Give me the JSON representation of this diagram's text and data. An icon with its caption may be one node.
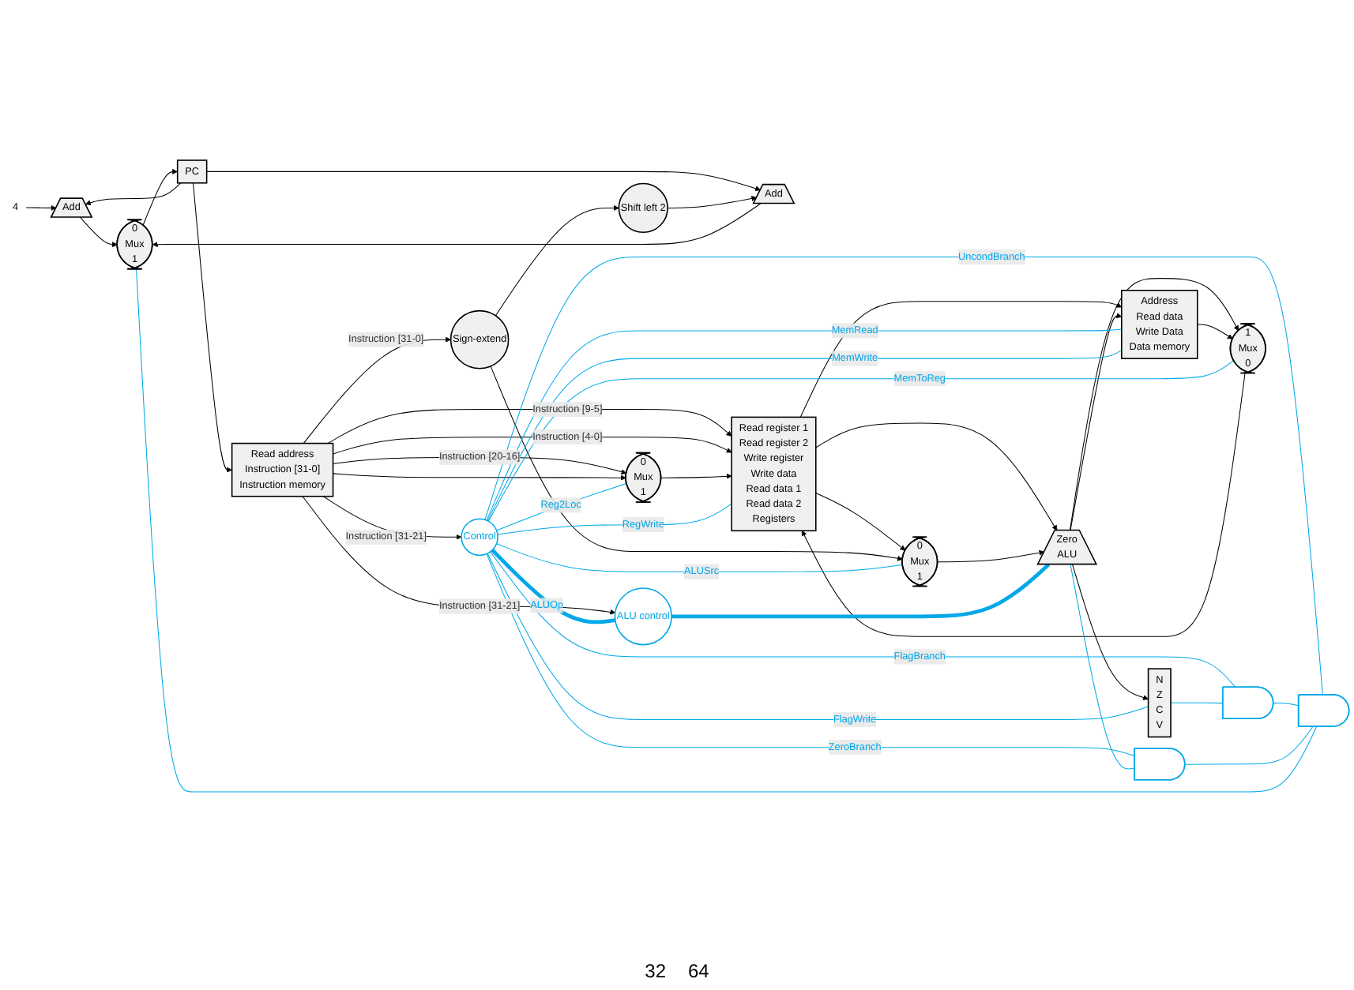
{
  "diagram": {
    "nodes": [
      {
        "text": [
          "Add"
        ]
      },
      {
        "text": [
          "4"
        ]
      },
      {
        "text": [
          "0",
          "Mux",
          "1"
        ]
      },
      {
        "text": [
          "Shift left 2"
        ]
      },
      {
        "text": [
          "Add"
        ]
      },
      {
        "text": [
          "Control"
        ]
      },
      {
        "text": [],
        "shape": "gate"
      },
      {
        "text": [
          "PC"
        ]
      },
      {
        "text": [
          "Read address",
          "Instruction [31-0]",
          "Instruction memory"
        ]
      },
      {
        "text": [
          "0",
          "Mux",
          "1"
        ]
      },
      {
        "text": [
          "Read register 1",
          "Read register 2",
          "Write register",
          "Write data",
          "Read data 1",
          "Read data 2",
          "Registers"
        ]
      },
      {
        "text": [
          "N",
          "Z",
          "C",
          "V"
        ]
      },
      {
        "text": [],
        "shape": "gate"
      },
      {
        "text": [],
        "shape": "gate"
      },
      {
        "text": [
          "Zero",
          "ALU"
        ]
      },
      {
        "text": [
          "0",
          "Mux",
          "1"
        ]
      },
      {
        "text": [
          "Sign-extend"
        ]
      },
      {
        "text": [
          "ALU control"
        ]
      },
      {
        "text": [
          "Address",
          "Read data",
          "Write Data",
          "Data memory"
        ]
      },
      {
        "text": [
          "1",
          "Mux",
          "0"
        ]
      }
    ],
    "edges": [
      {
        "from": 7,
        "to": 0,
        "arrow": "to"
      },
      {
        "from": 1,
        "to": 0,
        "arrow": "to"
      },
      {
        "from": 0,
        "to": 2,
        "arrow": "to"
      },
      {
        "from": 7,
        "to": 4,
        "arrow": "to"
      },
      {
        "from": 3,
        "to": 4,
        "arrow": "to"
      },
      {
        "from": 4,
        "to": 2,
        "arrow": "to"
      },
      {
        "from": 2,
        "to": 7,
        "arrow": "to"
      },
      {
        "from": 7,
        "to": 8,
        "arrow": "to"
      },
      {
        "from": 8,
        "to": 5,
        "arrow": "to",
        "label": "Instruction [31-21]"
      },
      {
        "from": 8,
        "to": 10,
        "arrow": "to",
        "label": "Instruction [9-5]"
      },
      {
        "from": 8,
        "to": 9,
        "arrow": "to",
        "label": "Instruction [20-16]"
      },
      {
        "from": 8,
        "to": 10,
        "arrow": "to",
        "label": "Instruction [4-0]"
      },
      {
        "from": 8,
        "to": 9,
        "arrow": "to"
      },
      {
        "from": 8,
        "to": 16,
        "arrow": "to",
        "label": "Instruction [31-0]"
      },
      {
        "from": 8,
        "to": 17,
        "arrow": "to",
        "label": "Instruction [31-21]"
      },
      {
        "from": 16,
        "to": 3,
        "arrow": "to"
      },
      {
        "from": 9,
        "to": 10,
        "arrow": "to"
      },
      {
        "from": 10,
        "to": 14,
        "arrow": "to"
      },
      {
        "from": 10,
        "to": 15,
        "arrow": "to"
      },
      {
        "from": 10,
        "to": 18,
        "arrow": "to"
      },
      {
        "from": 16,
        "to": 15,
        "arrow": "to"
      },
      {
        "from": 15,
        "to": 14,
        "arrow": "to"
      },
      {
        "from": 14,
        "to": 11,
        "arrow": "to"
      },
      {
        "from": 14,
        "to": 18,
        "arrow": "to"
      },
      {
        "from": 14,
        "to": 19,
        "arrow": "to"
      },
      {
        "from": 18,
        "to": 19,
        "arrow": "to"
      },
      {
        "from": 19,
        "to": 10,
        "arrow": "to"
      },
      {
        "from": 5,
        "to": 9,
        "arrow": "none",
        "label": "Reg2Loc",
        "color": "#00a8e8"
      },
      {
        "from": 5,
        "to": 6,
        "arrow": "none",
        "label": "UncondBranch",
        "color": "#00a8e8"
      },
      {
        "from": 5,
        "to": 12,
        "arrow": "none",
        "label": "FlagBranch",
        "color": "#00a8e8"
      },
      {
        "from": 5,
        "to": 13,
        "arrow": "none",
        "label": "ZeroBranch",
        "color": "#00a8e8"
      },
      {
        "from": 5,
        "to": 18,
        "arrow": "none",
        "label": "MemRead",
        "color": "#00a8e8"
      },
      {
        "from": 5,
        "to": 19,
        "arrow": "none",
        "label": "MemToReg",
        "color": "#00a8e8"
      },
      {
        "from": 5,
        "to": 18,
        "arrow": "none",
        "label": "MemWrite",
        "color": "#00a8e8"
      },
      {
        "from": 5,
        "to": 11,
        "arrow": "none",
        "label": "FlagWrite",
        "color": "#00a8e8"
      },
      {
        "from": 5,
        "to": 15,
        "arrow": "none",
        "label": "ALUSrc",
        "color": "#00a8e8"
      },
      {
        "from": 5,
        "to": 17,
        "arrow": "none",
        "label": "ALUOp",
        "style": "thick",
        "color": "#00a8e8"
      },
      {
        "from": 5,
        "to": 10,
        "arrow": "none",
        "label": "RegWrite",
        "color": "#00a8e8"
      },
      {
        "from": 17,
        "to": 14,
        "arrow": "none",
        "style": "thick",
        "color": "#00a8e8"
      },
      {
        "from": 11,
        "to": 12,
        "arrow": "none",
        "color": "#00a8e8"
      },
      {
        "from": 14,
        "to": 13,
        "arrow": "none",
        "color": "#00a8e8"
      },
      {
        "from": 12,
        "to": 6,
        "arrow": "none",
        "color": "#00a8e8"
      },
      {
        "from": 13,
        "to": 6,
        "arrow": "none",
        "color": "#00a8e8"
      },
      {
        "from": 6,
        "to": 2,
        "arrow": "none",
        "color": "#00a8e8"
      }
    ],
    "labels": [
      "32",
      "64"
    ]
  }
}
